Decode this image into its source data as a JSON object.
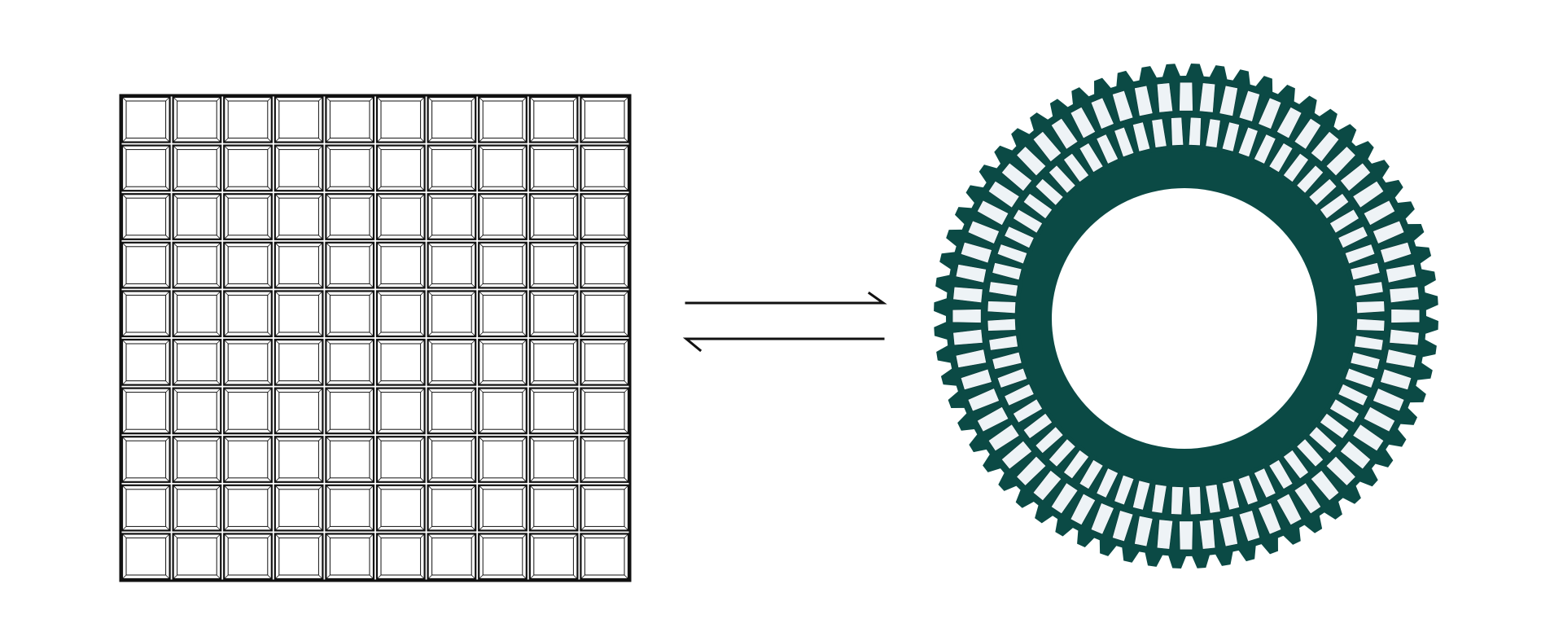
{
  "diagram": {
    "grid": {
      "rows": 10,
      "cols": 10
    },
    "arrow": "reversible-equilibrium",
    "ring": {
      "teeth_count": 64,
      "spokes_per_ring": 64,
      "spoke_rings": 2
    },
    "colors": {
      "background": "#ffffff",
      "grid_line": "#111111",
      "ring_fill": "#0b4a45",
      "ring_slot": "#eef3f6",
      "arrow": "#111111"
    }
  }
}
